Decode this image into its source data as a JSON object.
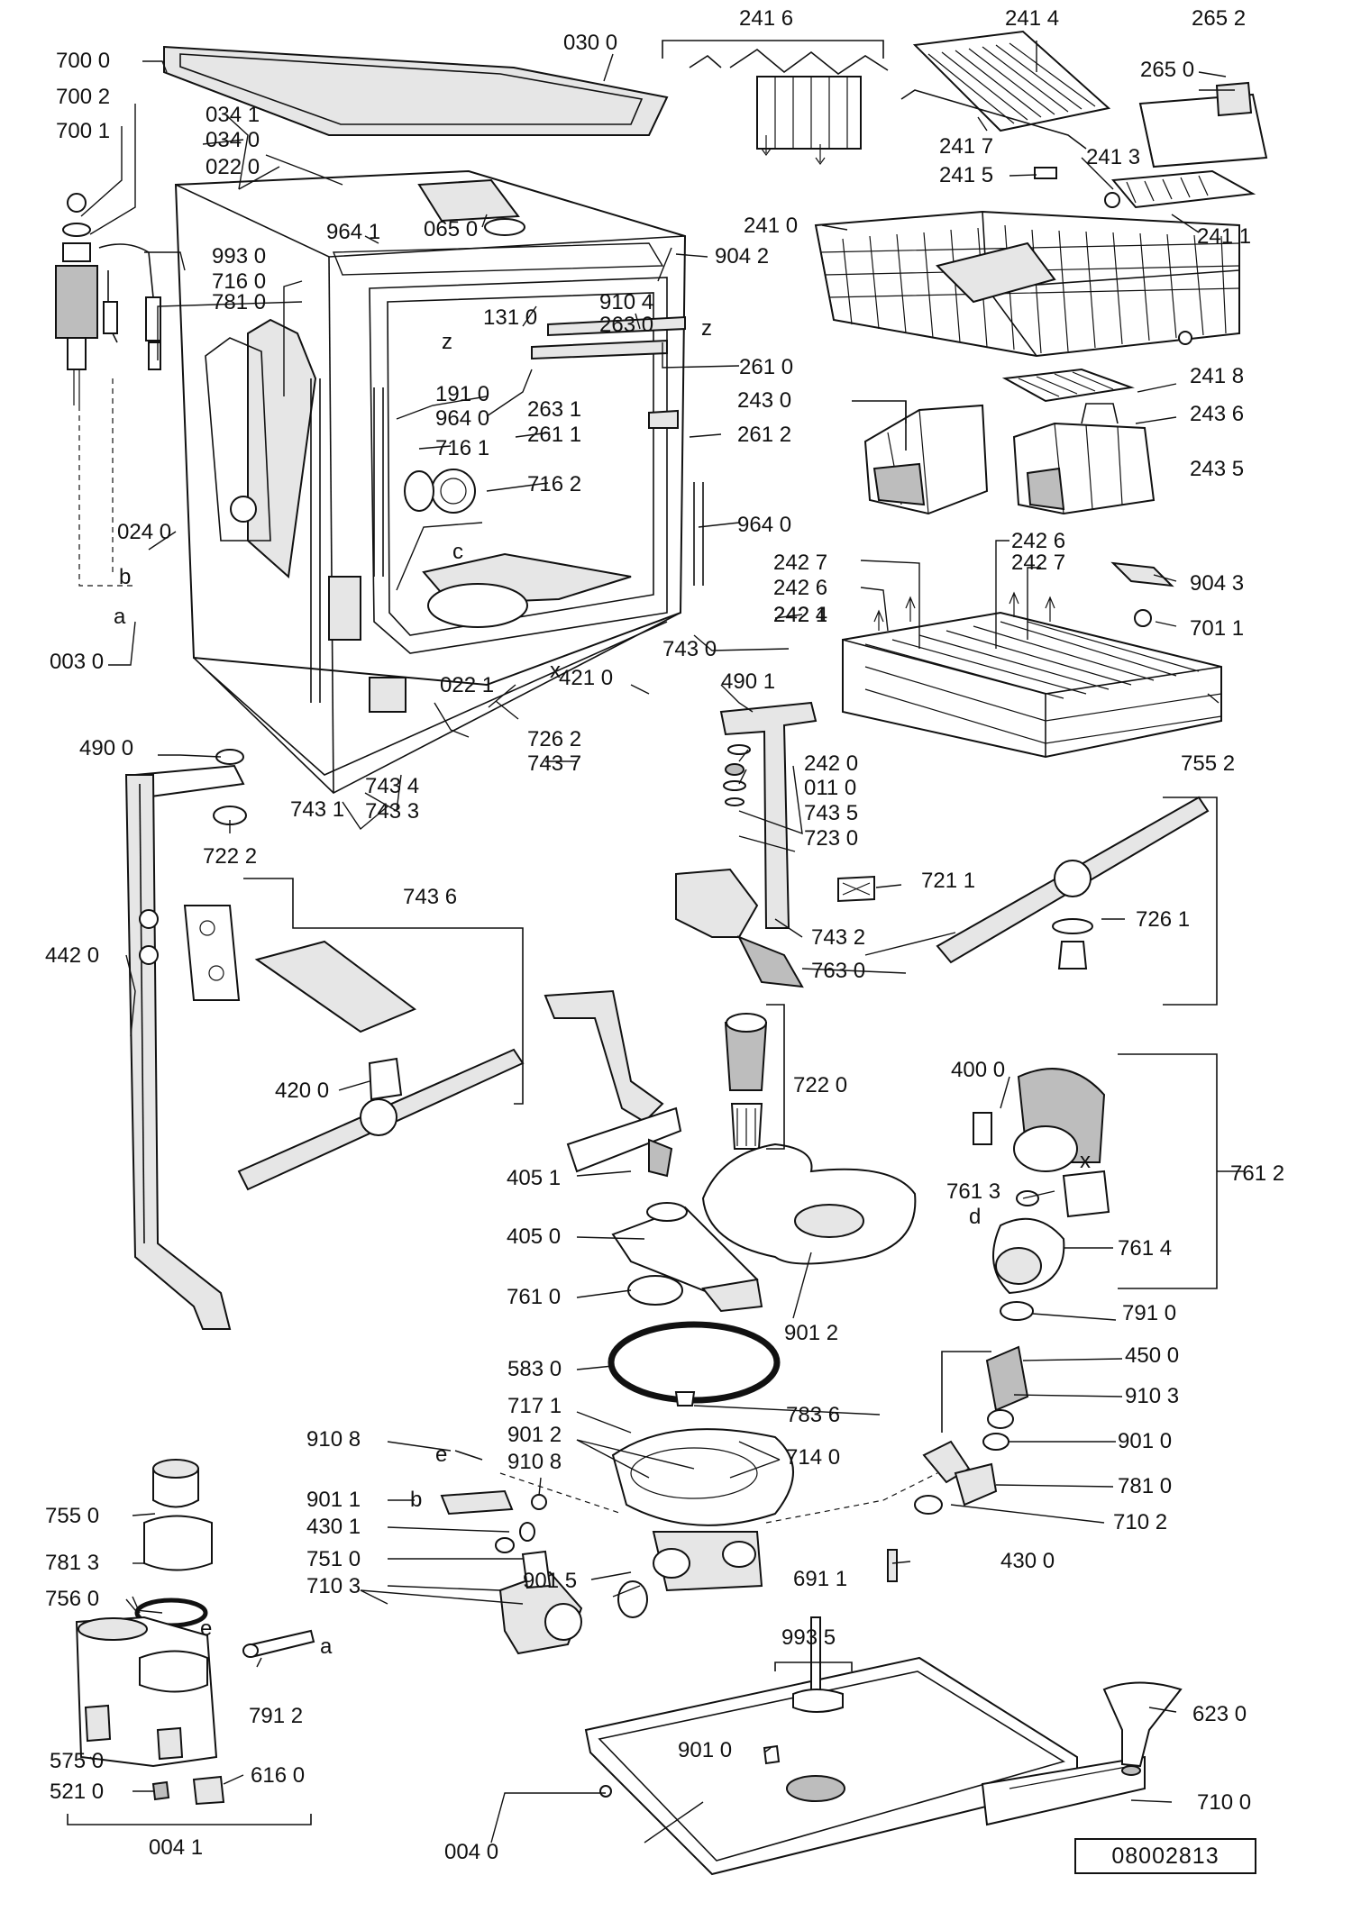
{
  "document_number": "08002813",
  "part_labels": [
    {
      "id": "p0300",
      "text": "030 0"
    },
    {
      "id": "p2416",
      "text": "241 6"
    },
    {
      "id": "p2414",
      "text": "241 4"
    },
    {
      "id": "p2652",
      "text": "265 2"
    },
    {
      "id": "p2650",
      "text": "265 0"
    },
    {
      "id": "p7000",
      "text": "700 0"
    },
    {
      "id": "p7002",
      "text": "700 2"
    },
    {
      "id": "p7001",
      "text": "700 1"
    },
    {
      "id": "p0341",
      "text": "034 1"
    },
    {
      "id": "p0340",
      "text": "034 0"
    },
    {
      "id": "p0220",
      "text": "022 0"
    },
    {
      "id": "p2417",
      "text": "241 7"
    },
    {
      "id": "p2413",
      "text": "241 3"
    },
    {
      "id": "p2415",
      "text": "241 5"
    },
    {
      "id": "p2411",
      "text": "241 1"
    },
    {
      "id": "p2410",
      "text": "241 0"
    },
    {
      "id": "p9641a",
      "text": "964 1"
    },
    {
      "id": "p0650",
      "text": "065 0"
    },
    {
      "id": "p9042",
      "text": "904 2"
    },
    {
      "id": "p9930",
      "text": "993 0"
    },
    {
      "id": "p7160",
      "text": "716 0"
    },
    {
      "id": "p7810a",
      "text": "781 0"
    },
    {
      "id": "p9104",
      "text": "910 4"
    },
    {
      "id": "p1310",
      "text": "131 0"
    },
    {
      "id": "p2630",
      "text": "263 0"
    },
    {
      "id": "p2418",
      "text": "241 8"
    },
    {
      "id": "p2610",
      "text": "261 0"
    },
    {
      "id": "p1910",
      "text": "191 0"
    },
    {
      "id": "p2436",
      "text": "243 6"
    },
    {
      "id": "p2430",
      "text": "243 0"
    },
    {
      "id": "p2631",
      "text": "263 1"
    },
    {
      "id": "p9640a",
      "text": "964 0"
    },
    {
      "id": "p2611",
      "text": "261 1"
    },
    {
      "id": "p2612",
      "text": "261 2"
    },
    {
      "id": "p7161",
      "text": "716 1"
    },
    {
      "id": "p2435",
      "text": "243 5"
    },
    {
      "id": "p7162",
      "text": "716 2"
    },
    {
      "id": "p0240",
      "text": "024 0"
    },
    {
      "id": "p9640b",
      "text": "964 0"
    },
    {
      "id": "p2426a",
      "text": "242 6"
    },
    {
      "id": "p2427a",
      "text": "242 7"
    },
    {
      "id": "p2427b",
      "text": "242 7"
    },
    {
      "id": "p2426b",
      "text": "242 6"
    },
    {
      "id": "p2424",
      "text": "242 4"
    },
    {
      "id": "p9043",
      "text": "904 3"
    },
    {
      "id": "p2421",
      "text": "242 1"
    },
    {
      "id": "p7011",
      "text": "701 1"
    },
    {
      "id": "p0030",
      "text": "003 0"
    },
    {
      "id": "p7430",
      "text": "743 0"
    },
    {
      "id": "p4901",
      "text": "490 1"
    },
    {
      "id": "p0221",
      "text": "022 1"
    },
    {
      "id": "p4210",
      "text": "421 0"
    },
    {
      "id": "p7262",
      "text": "726 2"
    },
    {
      "id": "p4900",
      "text": "490 0"
    },
    {
      "id": "p7437",
      "text": "743 7"
    },
    {
      "id": "p2420",
      "text": "242 0"
    },
    {
      "id": "p7552",
      "text": "755 2"
    },
    {
      "id": "p7434",
      "text": "743 4"
    },
    {
      "id": "p0110",
      "text": "011 0"
    },
    {
      "id": "p7431",
      "text": "743 1"
    },
    {
      "id": "p7433",
      "text": "743 3"
    },
    {
      "id": "p7435",
      "text": "743 5"
    },
    {
      "id": "p7230",
      "text": "723 0"
    },
    {
      "id": "p7222",
      "text": "722 2"
    },
    {
      "id": "p7436",
      "text": "743 6"
    },
    {
      "id": "p7211",
      "text": "721 1"
    },
    {
      "id": "p7261",
      "text": "726 1"
    },
    {
      "id": "p4420",
      "text": "442 0"
    },
    {
      "id": "p7432",
      "text": "743 2"
    },
    {
      "id": "p7630",
      "text": "763 0"
    },
    {
      "id": "p7220",
      "text": "722 0"
    },
    {
      "id": "p4200",
      "text": "420 0"
    },
    {
      "id": "p4000",
      "text": "400 0"
    },
    {
      "id": "p7612",
      "text": "761 2"
    },
    {
      "id": "p4051",
      "text": "405 1"
    },
    {
      "id": "p7613",
      "text": "761 3"
    },
    {
      "id": "p4050",
      "text": "405 0"
    },
    {
      "id": "p7614",
      "text": "761 4"
    },
    {
      "id": "p7610",
      "text": "761 0"
    },
    {
      "id": "p9012a",
      "text": "901 2"
    },
    {
      "id": "p7910",
      "text": "791 0"
    },
    {
      "id": "p5830",
      "text": "583 0"
    },
    {
      "id": "p4500",
      "text": "450 0"
    },
    {
      "id": "p9103",
      "text": "910 3"
    },
    {
      "id": "p7171",
      "text": "717 1"
    },
    {
      "id": "p7836",
      "text": "783 6"
    },
    {
      "id": "p9108a",
      "text": "910 8"
    },
    {
      "id": "p9012b",
      "text": "901 2"
    },
    {
      "id": "p9010a",
      "text": "901 0"
    },
    {
      "id": "p9108b",
      "text": "910 8"
    },
    {
      "id": "p7140",
      "text": "714 0"
    },
    {
      "id": "p7550",
      "text": "755 0"
    },
    {
      "id": "p7810b",
      "text": "781 0"
    },
    {
      "id": "p9011",
      "text": "901 1"
    },
    {
      "id": "p7102",
      "text": "710 2"
    },
    {
      "id": "p7813",
      "text": "781 3"
    },
    {
      "id": "p4301",
      "text": "430 1"
    },
    {
      "id": "p9015",
      "text": "901 5"
    },
    {
      "id": "p7510",
      "text": "751 0"
    },
    {
      "id": "p6911",
      "text": "691 1"
    },
    {
      "id": "p4300",
      "text": "430 0"
    },
    {
      "id": "p7103",
      "text": "710 3"
    },
    {
      "id": "p7560",
      "text": "756 0"
    },
    {
      "id": "p9935",
      "text": "993 5"
    },
    {
      "id": "p6230",
      "text": "623 0"
    },
    {
      "id": "p9010b",
      "text": "901 0"
    },
    {
      "id": "p7912",
      "text": "791 2"
    },
    {
      "id": "p5750",
      "text": "575 0"
    },
    {
      "id": "p6160",
      "text": "616 0"
    },
    {
      "id": "p5210",
      "text": "521 0"
    },
    {
      "id": "p7100",
      "text": "710 0"
    },
    {
      "id": "p0041",
      "text": "004 1"
    },
    {
      "id": "p0040",
      "text": "004 0"
    }
  ],
  "callout_letters": [
    {
      "id": "lz1",
      "text": "z"
    },
    {
      "id": "lz2",
      "text": "z"
    },
    {
      "id": "lb1",
      "text": "b"
    },
    {
      "id": "la1",
      "text": "a"
    },
    {
      "id": "lc1",
      "text": "c"
    },
    {
      "id": "lx1",
      "text": "x"
    },
    {
      "id": "lx2",
      "text": "x"
    },
    {
      "id": "ld1",
      "text": "d"
    },
    {
      "id": "le1",
      "text": "e"
    },
    {
      "id": "lb2",
      "text": "b"
    },
    {
      "id": "le2",
      "text": "e"
    },
    {
      "id": "la2",
      "text": "a"
    }
  ]
}
